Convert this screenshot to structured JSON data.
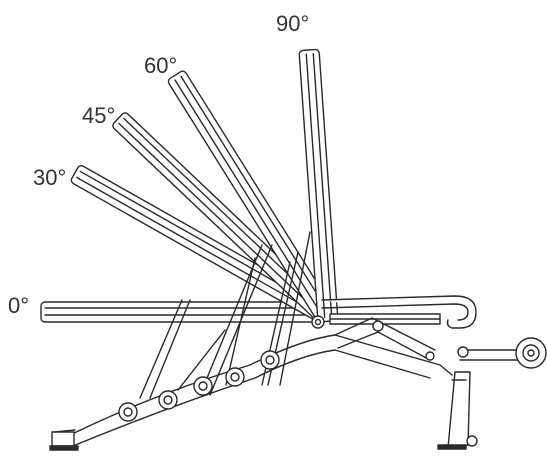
{
  "angles": [
    {
      "label": "0°",
      "value": 0
    },
    {
      "label": "30°",
      "value": 30
    },
    {
      "label": "45°",
      "value": 45
    },
    {
      "label": "60°",
      "value": 60
    },
    {
      "label": "90°",
      "value": 90
    }
  ],
  "colors": {
    "line": "#2a2a2a",
    "background": "#ffffff"
  }
}
